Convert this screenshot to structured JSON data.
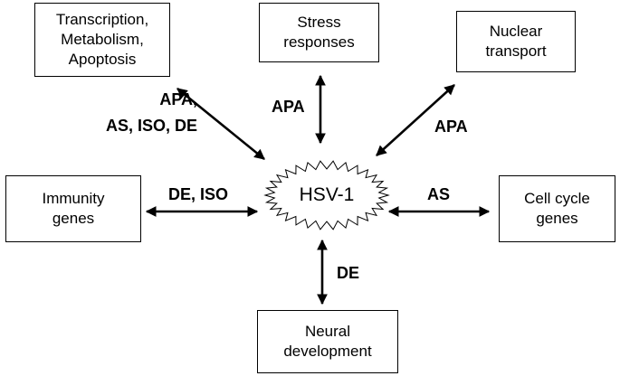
{
  "center": {
    "label": "HSV-1"
  },
  "nodes": {
    "transcription": "Transcription,\nMetabolism,\nApoptosis",
    "stress": "Stress\nresponses",
    "nuclear": "Nuclear\ntransport",
    "immunity": "Immunity\ngenes",
    "cellcycle": "Cell cycle\ngenes",
    "neural": "Neural\ndevelopment"
  },
  "edges": {
    "transcription": "APA,\nAS, ISO,  DE",
    "stress": "APA",
    "nuclear": "APA",
    "immunity": "DE, ISO",
    "cellcycle": "AS",
    "neural": "DE"
  }
}
